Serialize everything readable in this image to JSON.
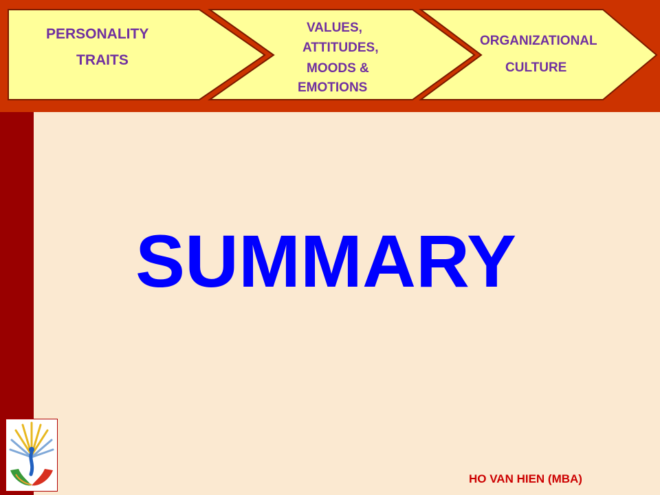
{
  "banner": {
    "steps": [
      {
        "lines": [
          "PERSONALITY",
          "TRAITS"
        ]
      },
      {
        "lines": [
          "VALUES,",
          "ATTITUDES,",
          "MOODS &",
          "EMOTIONS"
        ]
      },
      {
        "lines": [
          "ORGANIZATIONAL",
          "CULTURE"
        ]
      }
    ]
  },
  "main": {
    "title": "SUMMARY"
  },
  "footer": {
    "author": "HO VAN HIEN (MBA)"
  },
  "colors": {
    "banner_background": "#cc3300",
    "chevron_fill": "#ffff99",
    "step_text": "#7030a0",
    "title": "#0000ff",
    "left_bar": "#990000",
    "slide_background": "#fbe9d1",
    "author_text": "#cc0000"
  },
  "icons": {
    "logo": "tree-hands-logo-icon"
  }
}
